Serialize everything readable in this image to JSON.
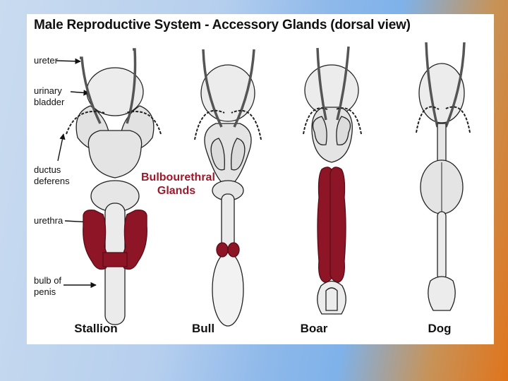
{
  "title": "Male Reproductive System - Accessory Glands (dorsal view)",
  "labels": {
    "ureter": "ureter",
    "urinary_bladder": [
      "urinary",
      "bladder"
    ],
    "ductus_deferens": [
      "ductus",
      "deferens"
    ],
    "urethra": "urethra",
    "bulb_of_penis": [
      "bulb of",
      "penis"
    ]
  },
  "highlight_label": [
    "Bulbourethral",
    "Glands"
  ],
  "species": [
    "Stallion",
    "Bull",
    "Boar",
    "Dog"
  ],
  "colors": {
    "gland": "#8e1526",
    "outline": "#222222",
    "tissue": "#e6e6e6",
    "label_accent": "#9a1a2c"
  }
}
